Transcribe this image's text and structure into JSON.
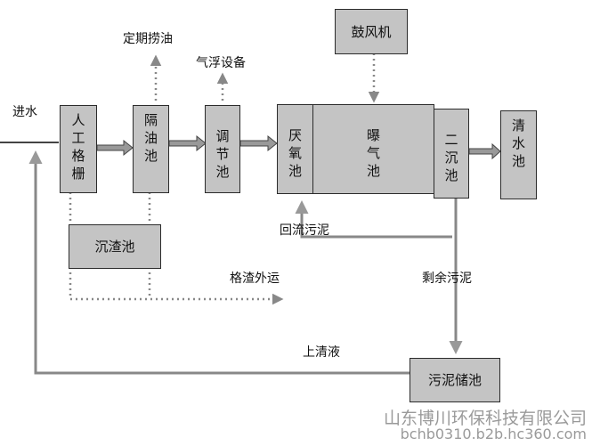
{
  "units": {
    "manual_screen": "人\n工\n格\n栅",
    "oil_separator": "隔\n油\n池",
    "equalization": "调\n节\n池",
    "anoxic": "厌\n氧\n池",
    "aeration": "曝\n气\n池",
    "secondary_clarifier": "二\n沉\n池",
    "clear_water": "清\n水\n池",
    "blower": "鼓风机",
    "grit_tank": "沉渣池",
    "sludge_storage": "污泥储池"
  },
  "labels": {
    "inlet": "进水",
    "skim_oil": "定期捞油",
    "air_flotation": "气浮设备",
    "return_sludge": "回流污泥",
    "screenings_out": "格渣外运",
    "excess_sludge": "剩余污泥",
    "supernatant": "上清液"
  },
  "watermark": {
    "company": "山东博川环保科技有限公司",
    "site": "bchb0310.b2b.hc360.com"
  },
  "colors": {
    "box_fill": "#c4c4c4",
    "box_border": "#2b2b2b",
    "arrow_fill": "#999999",
    "dotted_line": "#888888",
    "watermark": "#9a9a9a"
  }
}
